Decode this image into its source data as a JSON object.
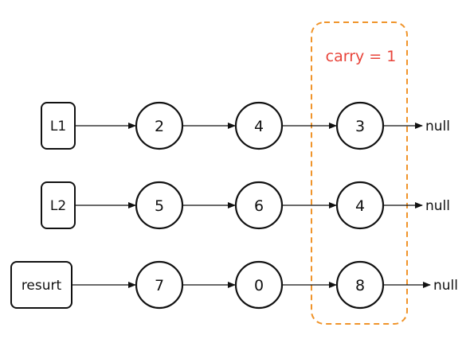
{
  "carry_label": "carry = 1",
  "rows": [
    {
      "label": "L1",
      "nodes": [
        "2",
        "4",
        "3"
      ],
      "terminal": "null"
    },
    {
      "label": "L2",
      "nodes": [
        "5",
        "6",
        "4"
      ],
      "terminal": "null"
    },
    {
      "label": "resurt",
      "nodes": [
        "7",
        "0",
        "8"
      ],
      "terminal": "null"
    }
  ],
  "colors": {
    "highlight_border": "#f0942a",
    "carry_text": "#e8443a",
    "stroke": "#111111"
  }
}
